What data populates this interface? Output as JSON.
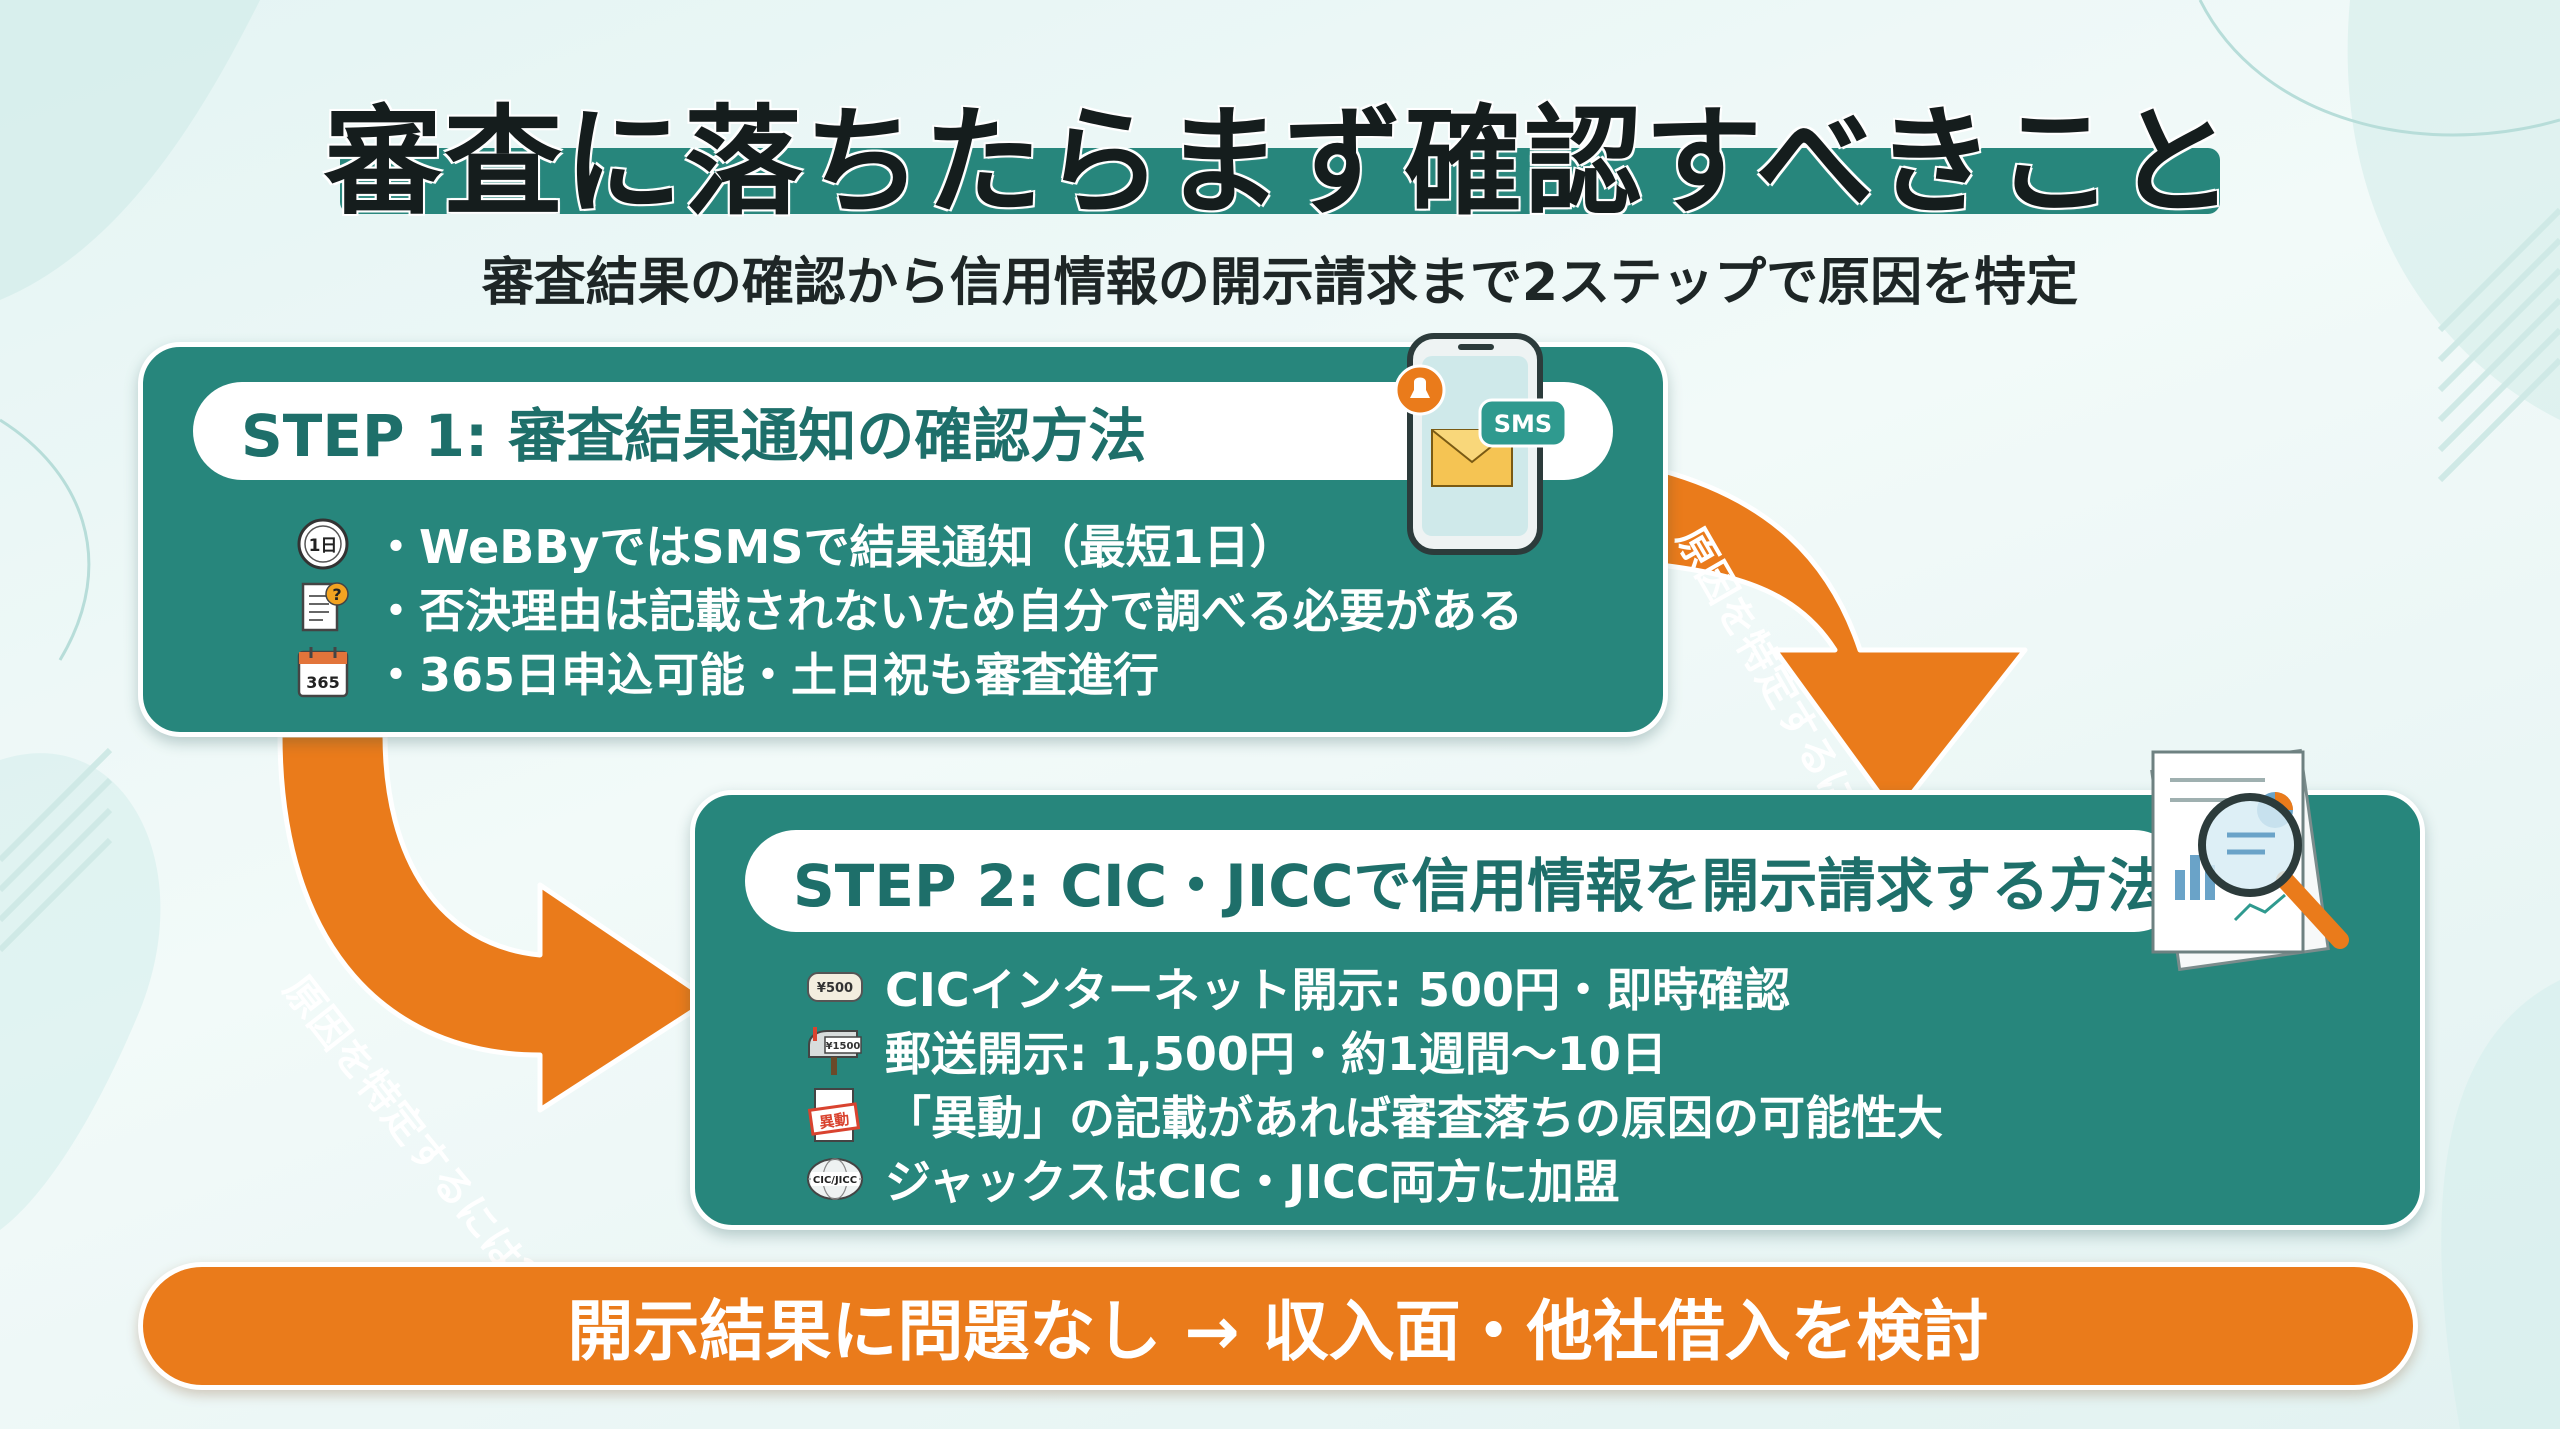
{
  "title": "審査に落ちたらまず確認すべきこと",
  "subtitle": "審査結果の確認から信用情報の開示請求まで2ステップで原因を特定",
  "step1": {
    "heading": "STEP 1: 審査結果通知の確認方法",
    "items": [
      {
        "icon": "one-day-clock-icon",
        "icon_text": "1日",
        "text": "・WeBByではSMSで結果通知（最短1日）"
      },
      {
        "icon": "document-question-icon",
        "icon_text": "?",
        "text": "・否決理由は記載されないため自分で調べる必要がある"
      },
      {
        "icon": "calendar-365-icon",
        "icon_text": "365",
        "text": "・365日申込可能・土日祝も審査進行"
      }
    ],
    "sms_badge": "SMS"
  },
  "arrow_label": "原因を特定するには？",
  "step2": {
    "heading": "STEP 2: CIC・JICCで信用情報を開示請求する方法",
    "items": [
      {
        "icon": "yen-500-note-icon",
        "icon_text": "¥500",
        "text": "CICインターネット開示: 500円・即時確認"
      },
      {
        "icon": "mailbox-1500-icon",
        "icon_text": "¥1500",
        "text": "郵送開示: 1,500円・約1週間〜10日"
      },
      {
        "icon": "idou-stamp-icon",
        "icon_text": "異動",
        "text": "「異動」の記載があれば審査落ちの原因の可能性大"
      },
      {
        "icon": "cic-jicc-globe-icon",
        "icon_text": "CIC/JICC",
        "text": "ジャックスはCIC・JICC両方に加盟"
      }
    ]
  },
  "bottom": "開示結果に問題なし → 収入面・他社借入を検討",
  "colors": {
    "teal": "#27867c",
    "orange": "#ea7b1b",
    "background": "#e8f5f4"
  }
}
